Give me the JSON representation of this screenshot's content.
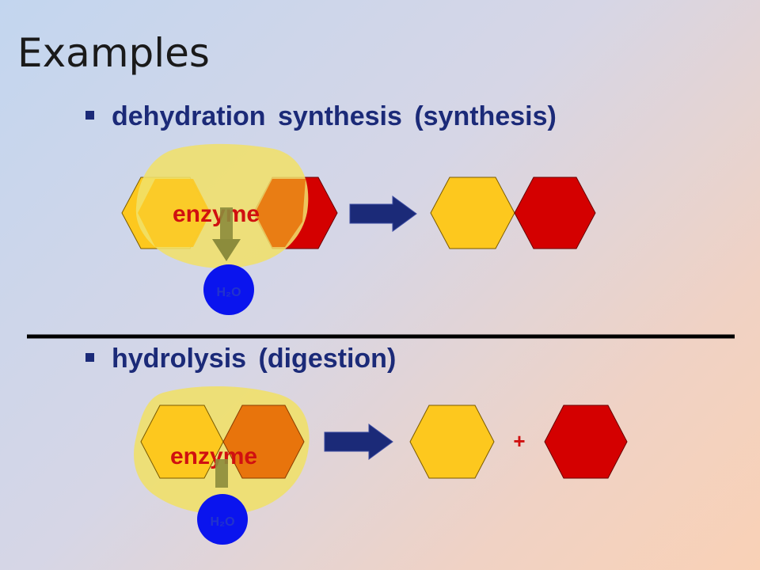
{
  "slide": {
    "title": "Examples",
    "bullets": [
      {
        "text": "dehydration synthesis (synthesis)"
      },
      {
        "text": "hydrolysis (digestion)"
      }
    ]
  },
  "diagram": {
    "enzyme_label": "enzyme",
    "water_label": "H₂O",
    "plus_sign": "+",
    "colors": {
      "yellow_unit": "#fdc81e",
      "red_unit": "#d40000",
      "orange_unit": "#e8740c",
      "enzyme": "#f0e06a",
      "water": "#0a14ee",
      "arrow": "#1b2a78",
      "release_arrow": "#8c8c3c"
    }
  }
}
